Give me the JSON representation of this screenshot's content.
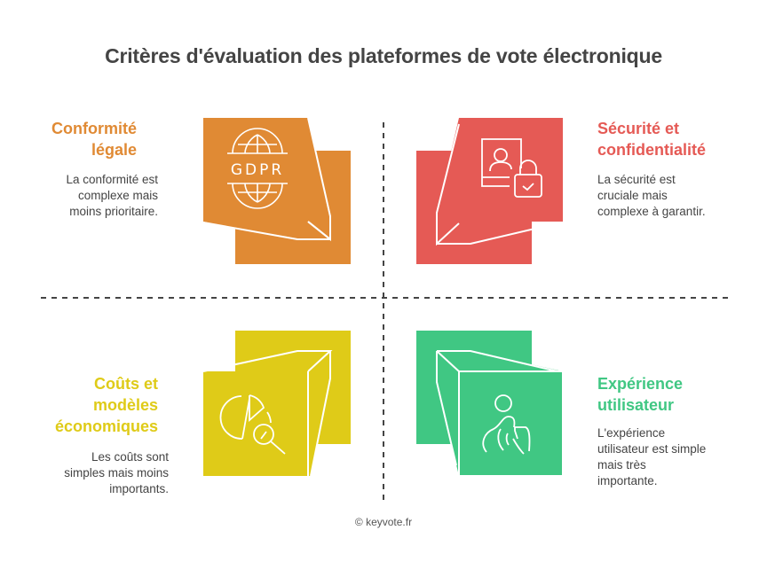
{
  "title": "Critères d'évaluation des plateformes de vote électronique",
  "colors": {
    "orange": "#E08A34",
    "red": "#E55A55",
    "yellow": "#DFCB18",
    "green": "#40C783",
    "divider": "#444444",
    "text": "#444444"
  },
  "quadrants": [
    {
      "id": "conformite",
      "position": "top-left",
      "title_lines": [
        "Conformité",
        "légale"
      ],
      "description_lines": [
        "La conformité est",
        "complexe mais",
        "moins prioritaire."
      ],
      "icon": "gdpr-globe-icon",
      "icon_text": "GDPR",
      "color": "#E08A34"
    },
    {
      "id": "securite",
      "position": "top-right",
      "title_lines": [
        "Sécurité et",
        "confidentialité"
      ],
      "description_lines": [
        "La sécurité est",
        "cruciale mais",
        "complexe à garantir."
      ],
      "icon": "user-badge-lock-icon",
      "color": "#E55A55"
    },
    {
      "id": "couts",
      "position": "bottom-left",
      "title_lines": [
        "Coûts et",
        "modèles",
        "économiques"
      ],
      "description_lines": [
        "Les coûts sont",
        "simples mais moins",
        "importants."
      ],
      "icon": "pie-chart-magnifier-icon",
      "color": "#DFCB18"
    },
    {
      "id": "experience",
      "position": "bottom-right",
      "title_lines": [
        "Expérience",
        "utilisateur"
      ],
      "description_lines": [
        "L'expérience",
        "utilisateur est simple",
        "mais très",
        "importante."
      ],
      "icon": "user-touch-gesture-icon",
      "color": "#40C783"
    }
  ],
  "footer": "© keyvote.fr"
}
